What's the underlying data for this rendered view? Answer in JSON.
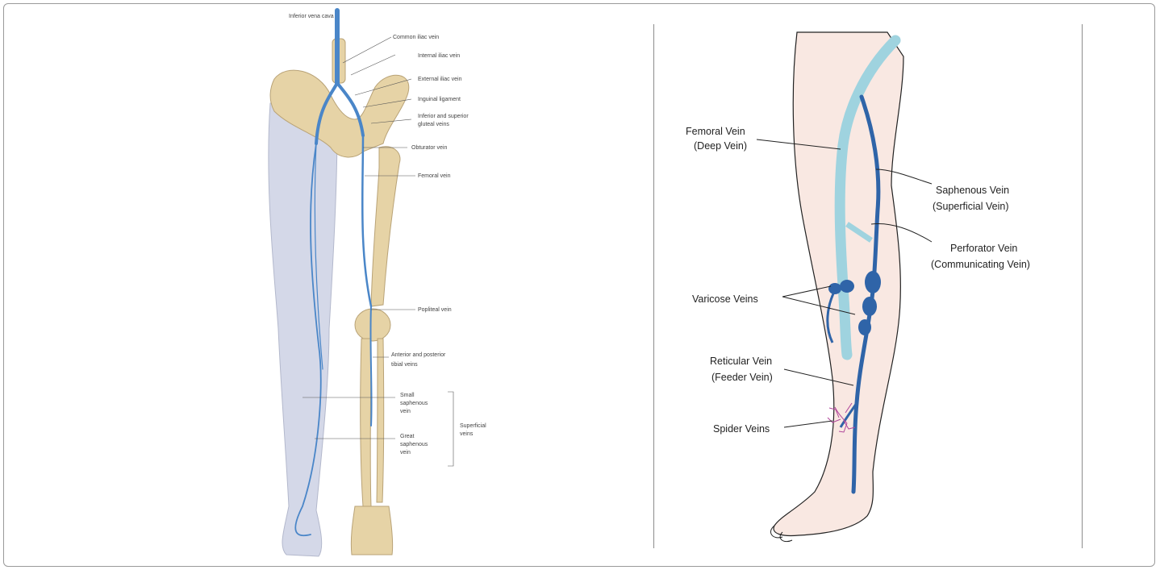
{
  "left_figure": {
    "labels": {
      "ivc": "Inferior vena cava",
      "common_iliac": "Common iliac vein",
      "internal_iliac": "Internal iliac vein",
      "external_iliac": "External iliac vein",
      "inguinal": "Inguinal ligament",
      "gluteal_1": "Inferior and superior",
      "gluteal_2": "gluteal veins",
      "obturator": "Obturator vein",
      "femoral": "Femoral vein",
      "popliteal": "Popliteal vein",
      "tibial_1": "Anterior and posterior",
      "tibial_2": "tibial veins",
      "small_saph_1": "Small",
      "small_saph_2": "saphenous",
      "small_saph_3": "vein",
      "great_saph_1": "Great",
      "great_saph_2": "saphenous",
      "great_saph_3": "vein",
      "superficial_1": "Superficial",
      "superficial_2": "veins"
    },
    "colors": {
      "vein": "#4a86c8",
      "bone": "#e6d3a6",
      "skin": "#d4d8e8"
    }
  },
  "right_figure": {
    "labels": {
      "femoral_1": "Femoral Vein",
      "femoral_2": "(Deep Vein)",
      "saphenous_1": "Saphenous Vein",
      "saphenous_2": "(Superficial Vein)",
      "perforator_1": "Perforator Vein",
      "perforator_2": "(Communicating Vein)",
      "varicose": "Varicose Veins",
      "reticular_1": "Reticular Vein",
      "reticular_2": "(Feeder Vein)",
      "spider": "Spider Veins"
    },
    "colors": {
      "deep_vein": "#9fd3df",
      "superficial_vein": "#2f64a8",
      "skin": "#f9e8e2",
      "spider": "#b0459a"
    }
  }
}
